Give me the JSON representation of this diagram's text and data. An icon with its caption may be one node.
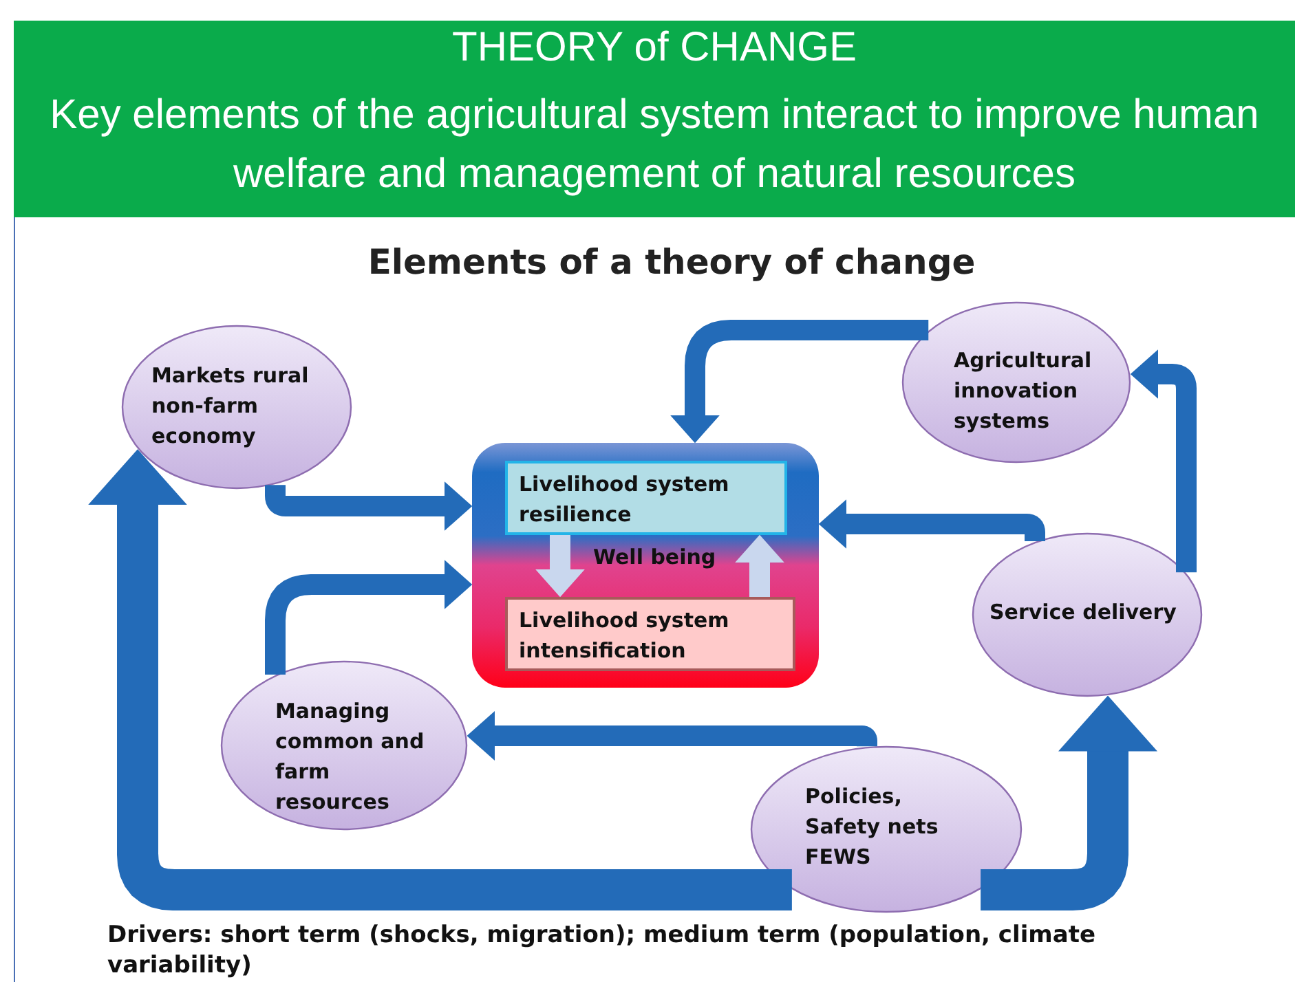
{
  "diagram": {
    "title": "THEORY of CHANGE",
    "nodes": [
      {
        "text": [
          "Markets rural non-farm economy"
        ]
      },
      {
        "text": [
          "Well being"
        ]
      },
      {
        "text": [
          "Livelihood system resilience"
        ],
        "in": 1
      },
      {
        "text": [
          "Livelihood system intensification"
        ],
        "in": 1
      },
      {
        "text": [
          "Agricultural innovation systems"
        ]
      },
      {
        "text": [
          "Service delivery"
        ]
      },
      {
        "text": [
          "Managing common and farm resources"
        ]
      },
      {
        "text": [
          "Policies, Safety nets FEWS"
        ]
      }
    ],
    "edges": [
      {
        "from": 0,
        "to": 1,
        "arrow": "to"
      },
      {
        "from": 6,
        "to": 1,
        "arrow": "to"
      },
      {
        "from": 4,
        "to": 1,
        "arrow": "to"
      },
      {
        "from": 5,
        "to": 1,
        "arrow": "to"
      },
      {
        "from": 5,
        "to": 4,
        "arrow": "to"
      },
      {
        "from": 7,
        "to": 6,
        "arrow": "to"
      },
      {
        "from": 7,
        "to": 0,
        "arrow": "to",
        "style": "thick"
      },
      {
        "from": 7,
        "to": 5,
        "arrow": "to",
        "style": "thick"
      },
      {
        "from": 2,
        "to": 3,
        "arrow": "to",
        "color": "#c9d7ee"
      },
      {
        "from": 3,
        "to": 2,
        "arrow": "to",
        "color": "#c9d7ee"
      }
    ],
    "labels": [
      "Key elements of the agricultural system interact to improve human welfare and management of natural resources",
      "Elements of a theory of change",
      "Drivers: short term (shocks, migration); medium term (population, climate variability)"
    ]
  }
}
